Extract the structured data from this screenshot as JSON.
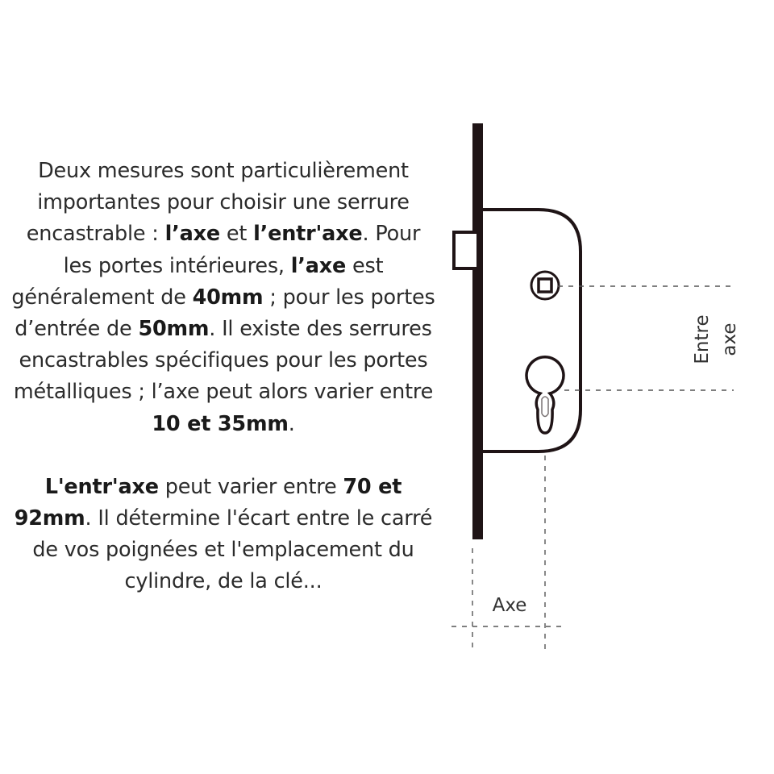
{
  "text": {
    "p1": [
      {
        "t": "Deux mesures sont particulièrement importantes pour choisir une serrure encastrable : ",
        "b": false
      },
      {
        "t": "l’axe",
        "b": true
      },
      {
        "t": " et ",
        "b": false
      },
      {
        "t": "l’entr'axe",
        "b": true
      },
      {
        "t": ". Pour les portes intérieures, ",
        "b": false
      },
      {
        "t": "l’axe",
        "b": true
      },
      {
        "t": " est généralement de ",
        "b": false
      },
      {
        "t": "40mm",
        "b": true
      },
      {
        "t": " ; pour les portes d’entrée de ",
        "b": false
      },
      {
        "t": "50mm",
        "b": true
      },
      {
        "t": ". Il existe des serrures encastrables spécifiques pour les portes métalliques ; l’axe peut alors varier entre ",
        "b": false
      },
      {
        "t": "10 et 35mm",
        "b": true
      },
      {
        "t": ".",
        "b": false
      }
    ],
    "p2": [
      {
        "t": "L'entr'axe",
        "b": true
      },
      {
        "t": " peut varier entre ",
        "b": false
      },
      {
        "t": "70 et 92mm",
        "b": true
      },
      {
        "t": ". Il détermine l'écart entre le carré de vos poignées et l'emplacement du cylindre, de la clé...",
        "b": false
      }
    ]
  },
  "diagram": {
    "label_entraxe_line1": "Entre",
    "label_entraxe_line2": "axe",
    "label_axe": "Axe",
    "stroke_color": "#1f1416",
    "dash_color": "#555555"
  }
}
